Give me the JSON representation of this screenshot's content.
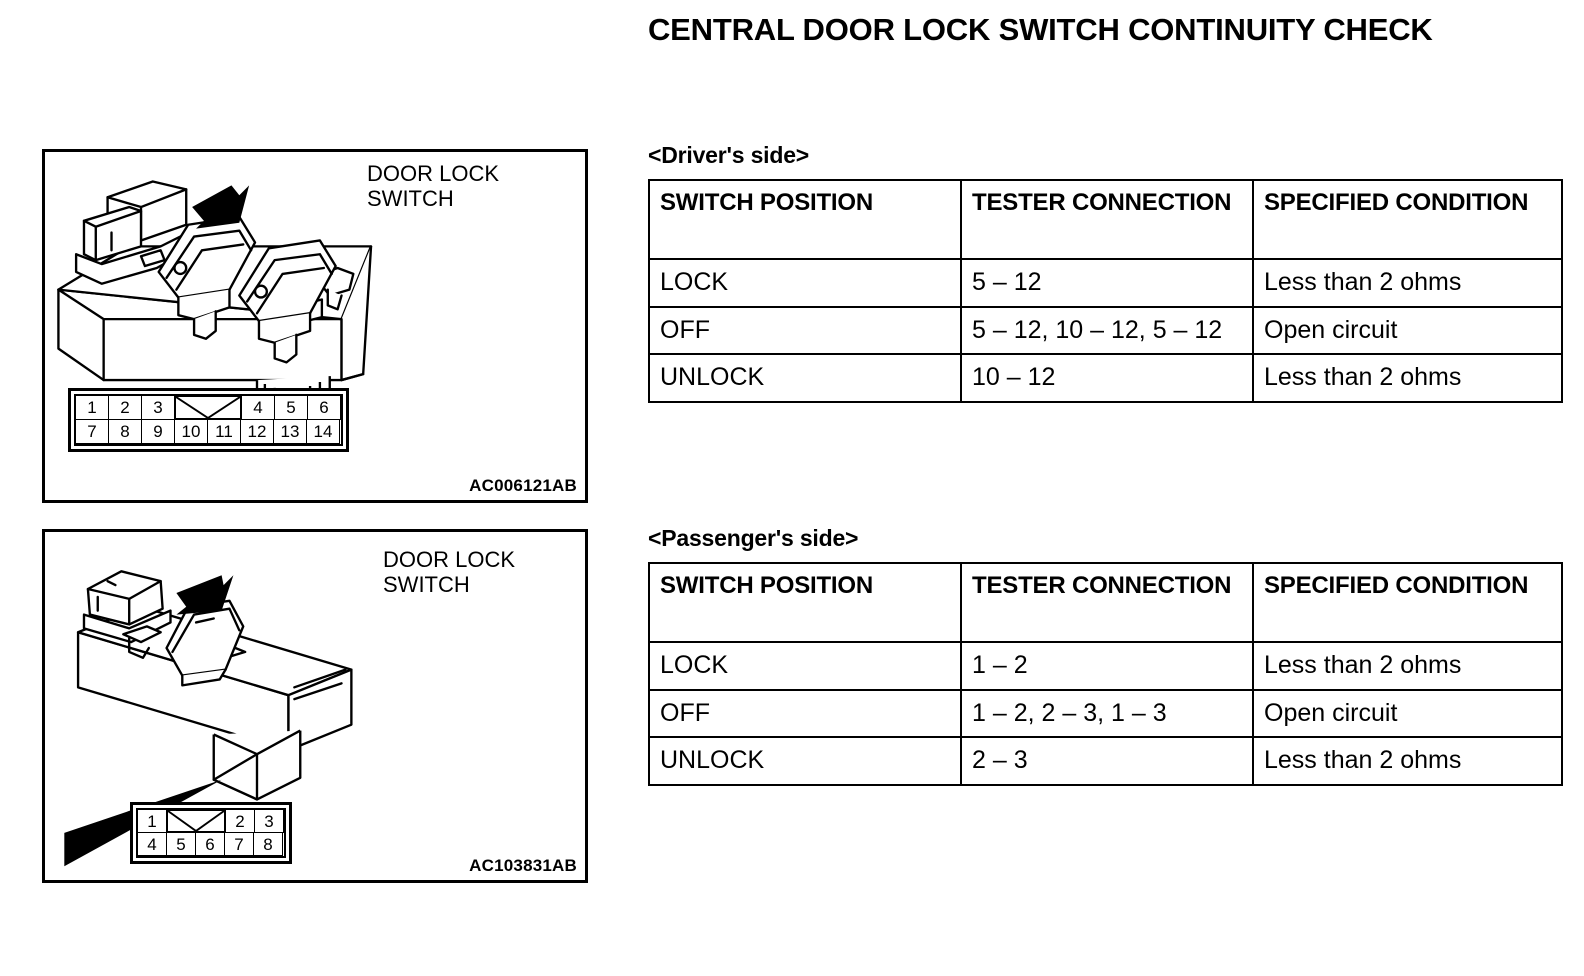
{
  "title": "CENTRAL DOOR LOCK SWITCH CONTINUITY CHECK",
  "figures": {
    "driver": {
      "callout": "DOOR LOCK\nSWITCH",
      "caption": "AC006121AB",
      "connector": {
        "top_row": [
          "1",
          "2",
          "3",
          "notch",
          "4",
          "5",
          "6"
        ],
        "bottom_row": [
          "7",
          "8",
          "9",
          "10",
          "11",
          "12",
          "13",
          "14"
        ]
      }
    },
    "passenger": {
      "callout": "DOOR LOCK\nSWITCH",
      "caption": "AC103831AB",
      "connector": {
        "top_row": [
          "1",
          "notch",
          "2",
          "3"
        ],
        "bottom_row": [
          "4",
          "5",
          "6",
          "7",
          "8"
        ]
      }
    }
  },
  "tables": {
    "driver": {
      "heading": "<Driver's side>",
      "columns": [
        "SWITCH POSITION",
        "TESTER CONNECTION",
        "SPECIFIED CONDITION"
      ],
      "rows": [
        {
          "position": "LOCK",
          "connection": "5 – 12",
          "condition": "Less than 2 ohms"
        },
        {
          "position": "OFF",
          "connection": "5 – 12, 10 – 12, 5 – 12",
          "condition": "Open circuit"
        },
        {
          "position": "UNLOCK",
          "connection": "10 – 12",
          "condition": "Less than 2 ohms"
        }
      ]
    },
    "passenger": {
      "heading": "<Passenger's side>",
      "columns": [
        "SWITCH POSITION",
        "TESTER CONNECTION",
        "SPECIFIED CONDITION"
      ],
      "rows": [
        {
          "position": "LOCK",
          "connection": "1 – 2",
          "condition": "Less than 2 ohms"
        },
        {
          "position": "OFF",
          "connection": "1 – 2, 2 – 3, 1 – 3",
          "condition": "Open circuit"
        },
        {
          "position": "UNLOCK",
          "connection": "2 – 3",
          "condition": "Less than 2 ohms"
        }
      ]
    }
  },
  "colors": {
    "ink": "#000000",
    "paper": "#ffffff"
  }
}
